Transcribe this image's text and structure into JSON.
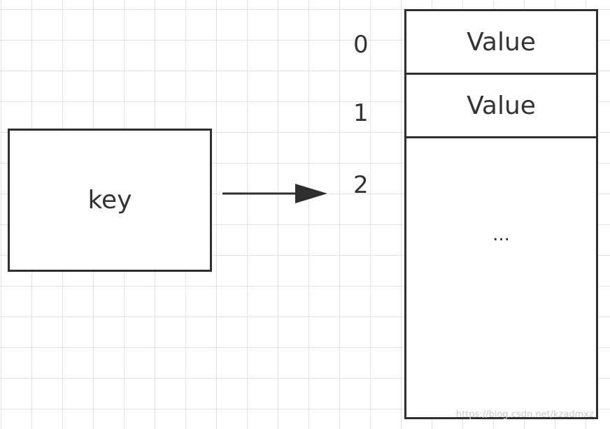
{
  "diagram": {
    "key_label": "key",
    "indices": [
      "0",
      "1",
      "2"
    ],
    "cells": [
      "Value",
      "Value"
    ],
    "ellipsis": "...",
    "watermark": "https://blog.csdn.net/kzadmxz"
  },
  "colors": {
    "stroke": "#2e2e2e",
    "grid": "#e4e4e4",
    "text": "#333333",
    "background": "#ffffff"
  }
}
